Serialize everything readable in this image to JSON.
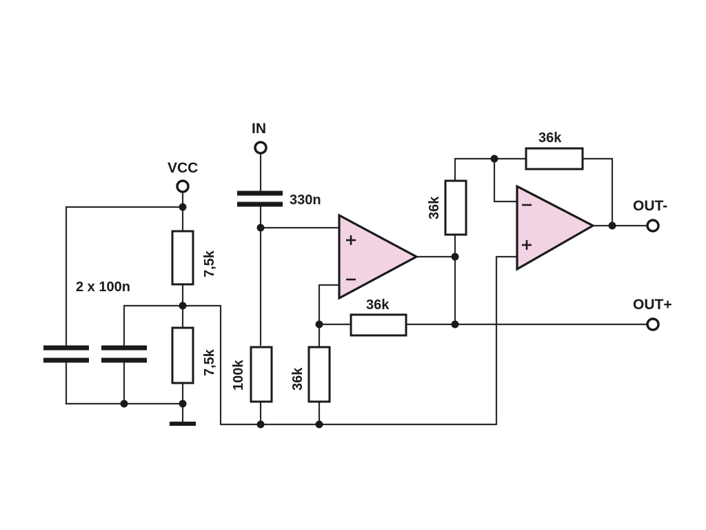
{
  "labels": {
    "vcc": "VCC",
    "input": "IN",
    "out_minus": "OUT-",
    "out_plus": "OUT+",
    "decoupling": "2 x 100n"
  },
  "components": {
    "c_in": "330n",
    "r_bias_top": "7,5k",
    "r_bias_bottom": "7,5k",
    "r_in": "100k",
    "r_fb1": "36k",
    "r_gnd1": "36k",
    "r_in2": "36k",
    "r_fb2": "36k"
  },
  "colors": {
    "opamp_fill": "#f2d3e4",
    "line": "#1a1a1a"
  }
}
